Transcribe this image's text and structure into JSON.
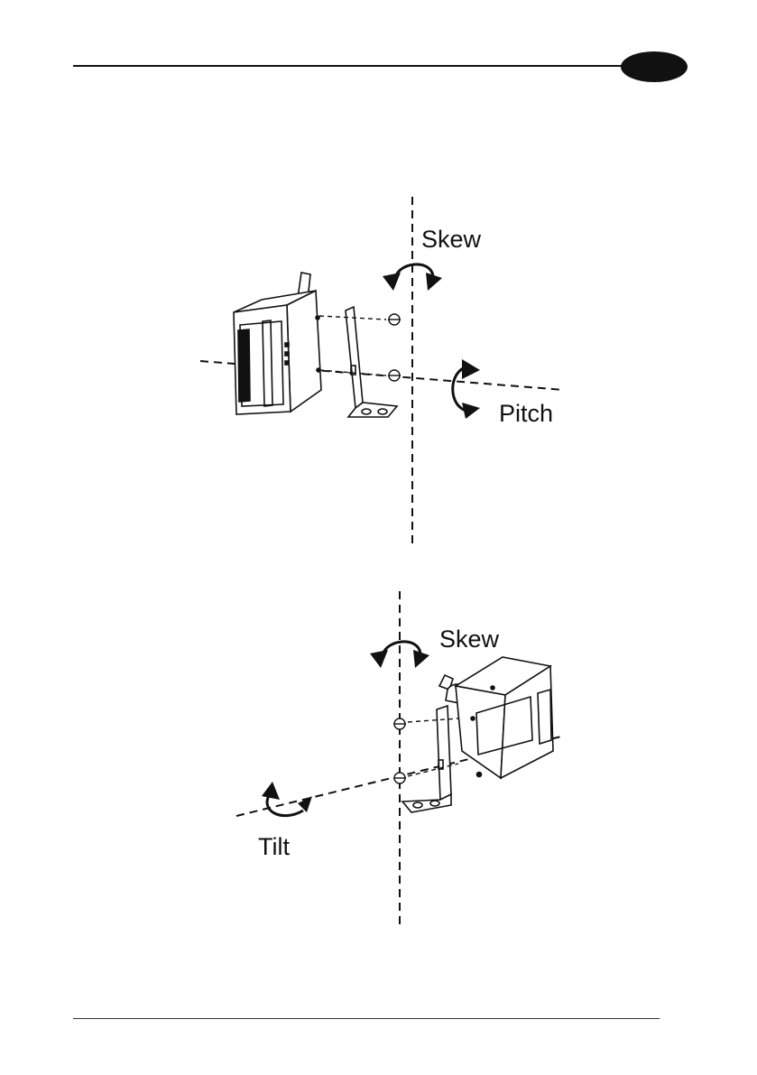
{
  "figure1": {
    "skew_label": "Skew",
    "pitch_label": "Pitch"
  },
  "figure2": {
    "skew_label": "Skew",
    "tilt_label": "Tilt"
  },
  "colors": {
    "ink": "#111111",
    "background": "#ffffff"
  },
  "icons": [
    "rotation-arrow-icon",
    "chapter-tab-icon"
  ]
}
